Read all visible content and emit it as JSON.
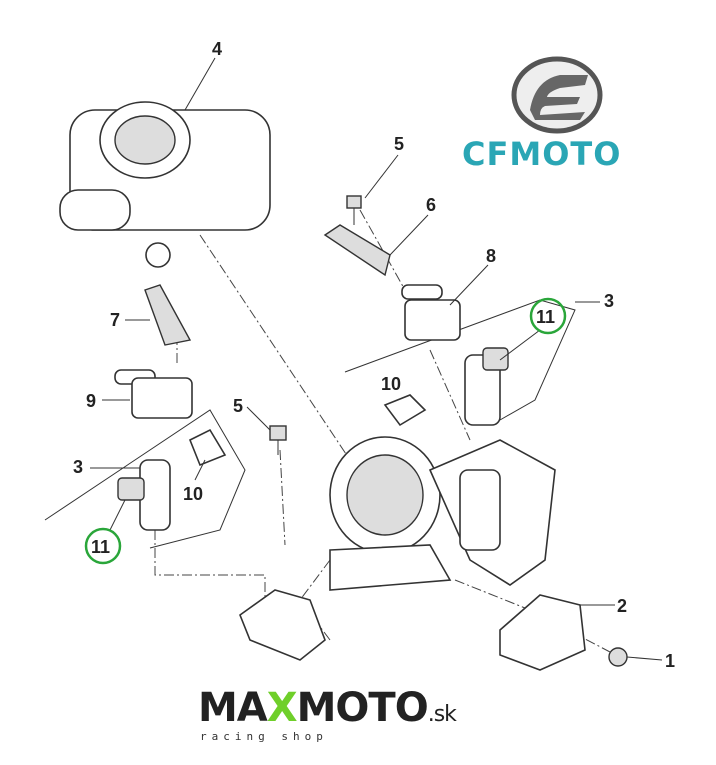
{
  "brand_logo": {
    "text": "CFMOTO",
    "color": "#2aa6b5"
  },
  "shop_logo": {
    "main_a": "MA",
    "main_x": "X",
    "main_b": "MOTO",
    "suffix": ".sk",
    "tagline": "racing shop",
    "accent": "#6fcf2a"
  },
  "callouts": [
    {
      "id": "c4",
      "label": "4"
    },
    {
      "id": "c5a",
      "label": "5"
    },
    {
      "id": "c6",
      "label": "6"
    },
    {
      "id": "c8",
      "label": "8"
    },
    {
      "id": "c3a",
      "label": "3"
    },
    {
      "id": "c11a",
      "label": "11",
      "highlight": true
    },
    {
      "id": "c7",
      "label": "7"
    },
    {
      "id": "c9",
      "label": "9"
    },
    {
      "id": "c10a",
      "label": "10"
    },
    {
      "id": "c5b",
      "label": "5"
    },
    {
      "id": "c3b",
      "label": "3"
    },
    {
      "id": "c10b",
      "label": "10"
    },
    {
      "id": "c11b",
      "label": "11",
      "highlight": true
    },
    {
      "id": "c2",
      "label": "2"
    },
    {
      "id": "c1",
      "label": "1"
    }
  ],
  "highlight_color": "#2aa63a"
}
